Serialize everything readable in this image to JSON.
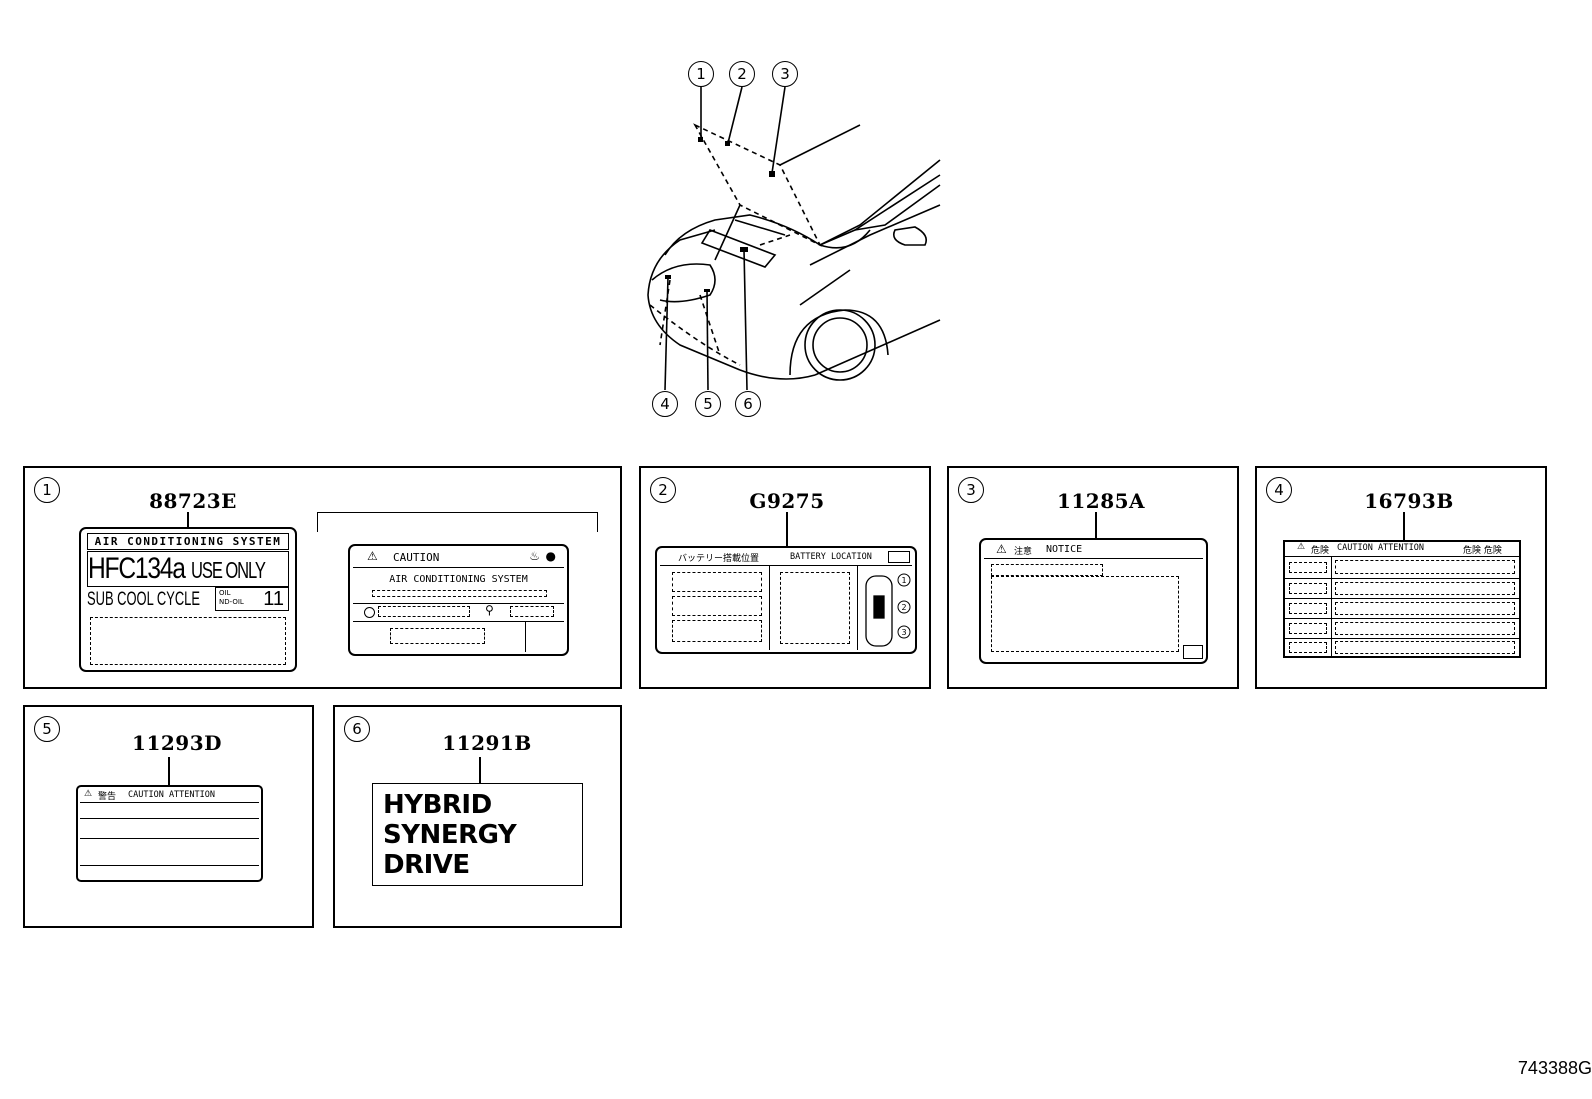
{
  "overview": {
    "callouts": [
      "1",
      "2",
      "3",
      "4",
      "5",
      "6"
    ]
  },
  "panels": [
    {
      "index": "1",
      "part_number": "88723E",
      "label_a": {
        "title": "AIR CONDITIONING SYSTEM",
        "refrigerant": "HFC134a",
        "use_only": "USE ONLY",
        "cycle": "SUB COOL CYCLE",
        "oil_top": "OIL",
        "oil_bottom": "ND-OIL",
        "oil_number": "11"
      },
      "label_b": {
        "caution": "CAUTION",
        "system": "AIR CONDITIONING SYSTEM"
      }
    },
    {
      "index": "2",
      "part_number": "G9275",
      "japanese": "バッテリー搭載位置",
      "english": "BATTERY LOCATION",
      "locations": [
        "1",
        "2",
        "3"
      ]
    },
    {
      "index": "3",
      "part_number": "11285A",
      "header_jp": "注意",
      "header": "NOTICE"
    },
    {
      "index": "4",
      "part_number": "16793B",
      "header_jp1": "危険",
      "header": "CAUTION ATTENTION",
      "header_jp2": "危険 危険"
    },
    {
      "index": "5",
      "part_number": "11293D",
      "header_jp": "警告",
      "header": "CAUTION ATTENTION"
    },
    {
      "index": "6",
      "part_number": "11291B",
      "lines": [
        "HYBRID",
        "SYNERGY",
        "DRIVE"
      ]
    }
  ],
  "reference_code": "743388G"
}
